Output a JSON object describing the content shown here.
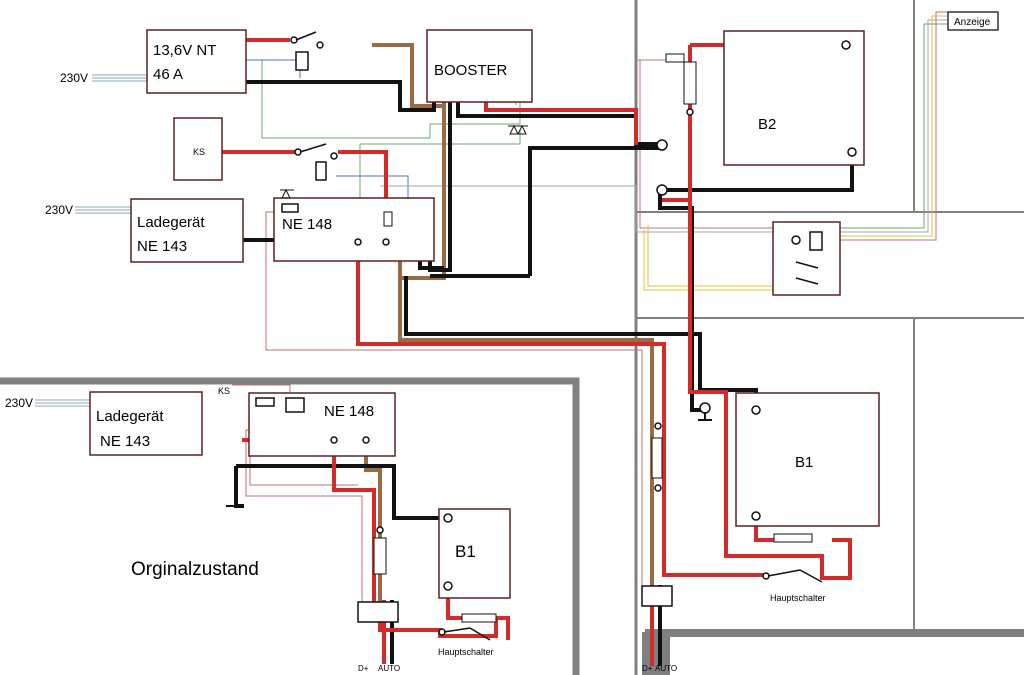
{
  "labels": {
    "nt_voltage": "13,6V  NT",
    "nt_current": "46 A",
    "booster": "BOOSTER",
    "ks_top": "KS",
    "ks_bottom": "KS",
    "mains_1": "230V",
    "mains_2": "230V",
    "mains_3": "230V",
    "charger_top_1": "Ladegerät",
    "charger_top_2": "NE 143",
    "charger_bot_1": "Ladegerät",
    "charger_bot_2": "NE 143",
    "ne148_top": "NE 148",
    "ne148_bot": "NE 148",
    "b2": "B2",
    "b1_right": "B1",
    "b1_left": "B1",
    "anzeige": "Anzeige",
    "orig": "Orginalzustand",
    "main_switch_right": "Hauptschalter",
    "main_switch_left": "Hauptschalter",
    "dplus_left": "D+",
    "auto_left": "AUTO",
    "dplus_right": "D+",
    "auto_right": "AUTO"
  },
  "colors": {
    "positive": "#d42a2a",
    "negative": "#111111",
    "brown": "#9a6a44",
    "yellow": "#e8c230",
    "green": "#6aaa6a",
    "blue": "#4a70c8",
    "wall": "#808080",
    "box": "#5a2020"
  }
}
